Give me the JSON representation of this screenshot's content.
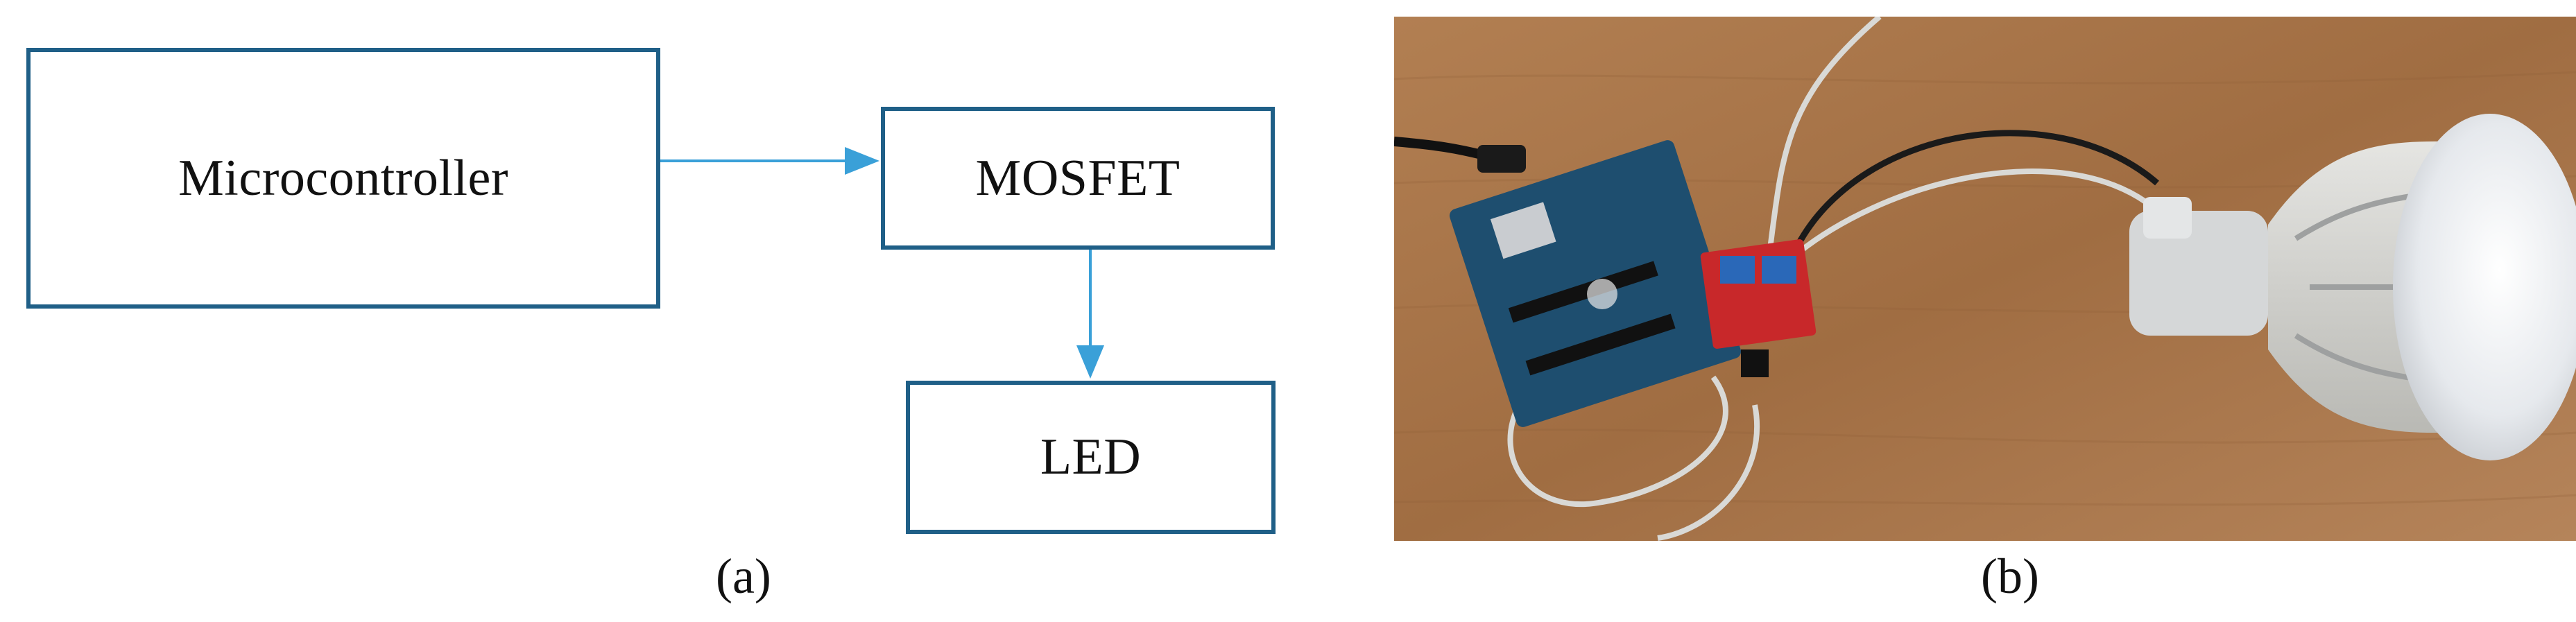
{
  "diagram": {
    "blocks": {
      "microcontroller": "Microcontroller",
      "mosfet": "MOSFET",
      "led": "LED"
    },
    "edges": [
      {
        "from": "microcontroller",
        "to": "mosfet"
      },
      {
        "from": "mosfet",
        "to": "led"
      }
    ],
    "border_color": "#1f5f87",
    "arrow_color": "#3aa0d8"
  },
  "captions": {
    "a": "(a)",
    "b": "(b)"
  },
  "photo": {
    "background_color": "#a8764a",
    "bulb_color": "#eef0f2",
    "board_color": "#1e4e6f",
    "module_color": "#c8282a"
  }
}
